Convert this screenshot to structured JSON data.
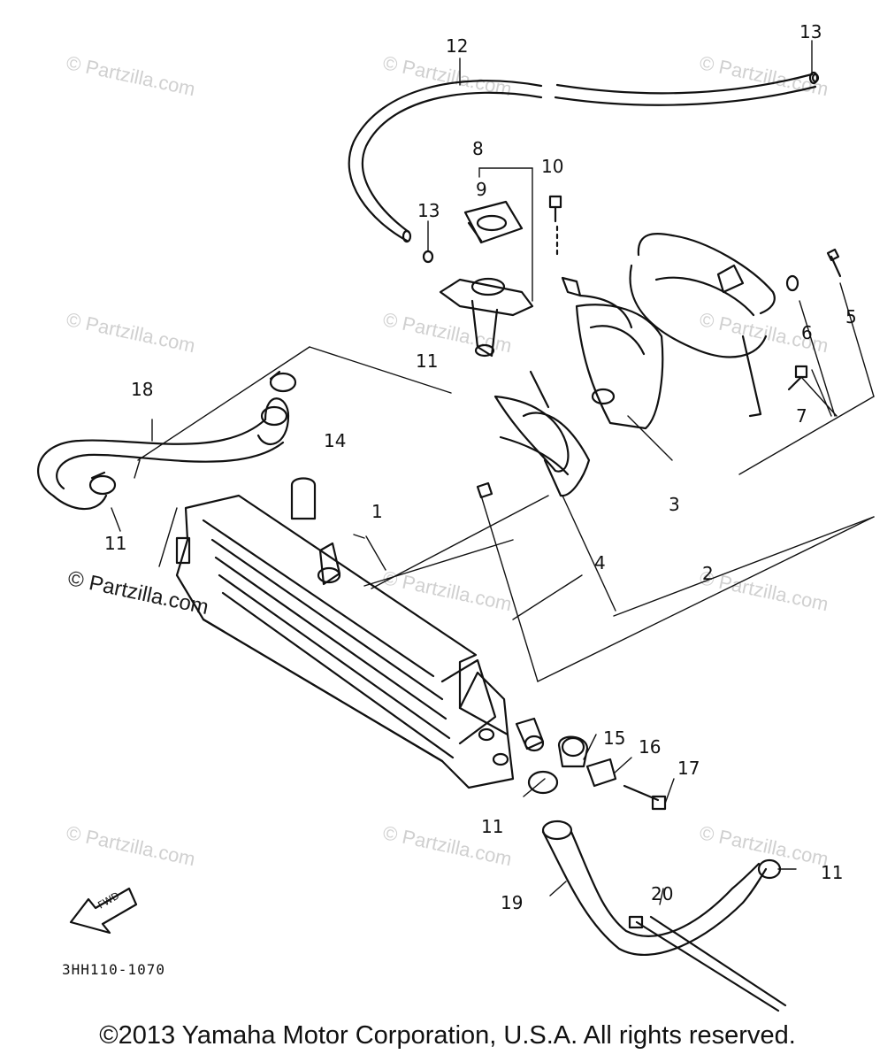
{
  "watermark": "© Partzilla.com",
  "callouts": {
    "c1": "1",
    "c2": "2",
    "c3": "3",
    "c4": "4",
    "c5": "5",
    "c6": "6",
    "c7": "7",
    "c8": "8",
    "c9": "9",
    "c10": "10",
    "c11": "11",
    "c12": "12",
    "c13": "13",
    "c14": "14",
    "c15": "15",
    "c16": "16",
    "c17": "17",
    "c18": "18",
    "c19": "19",
    "c20": "20"
  },
  "fwd_label": "FWD",
  "part_code": "3HH110-1070",
  "copyright": "©2013 Yamaha Motor Corporation, U.S.A. All rights reserved."
}
